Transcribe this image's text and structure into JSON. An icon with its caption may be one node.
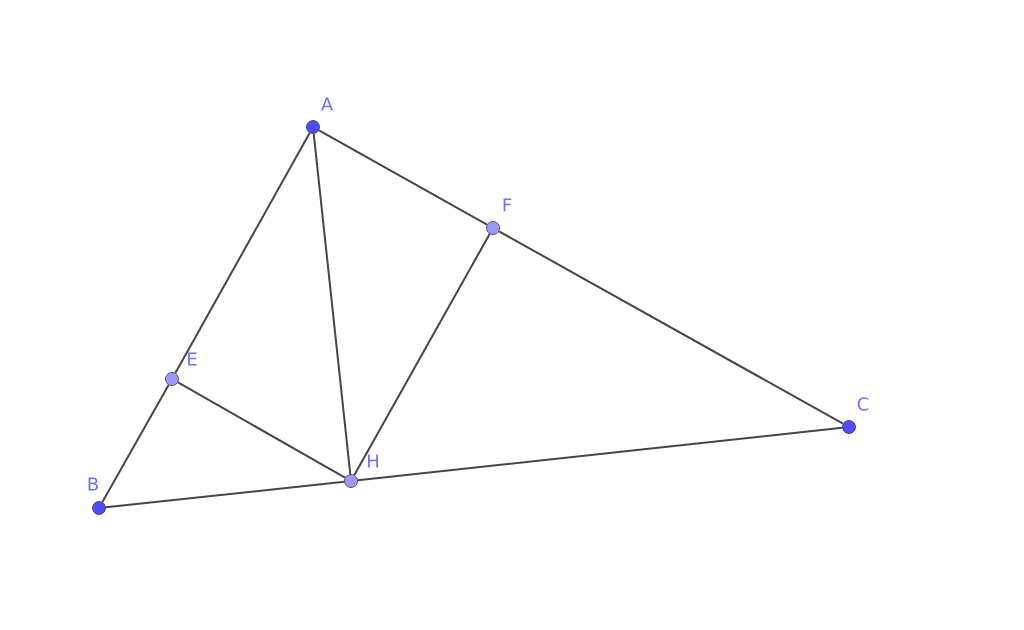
{
  "diagram": {
    "nodes": [
      {
        "text": [
          "A"
        ]
      },
      {
        "text": [
          "B"
        ]
      },
      {
        "text": [
          "C"
        ]
      },
      {
        "text": [
          "E"
        ]
      },
      {
        "text": [
          "F"
        ]
      },
      {
        "text": [
          "H"
        ]
      }
    ],
    "edges": [
      {
        "from": 0,
        "to": 3,
        "arrow": "none"
      },
      {
        "from": 3,
        "to": 1,
        "arrow": "none"
      },
      {
        "from": 0,
        "to": 4,
        "arrow": "none"
      },
      {
        "from": 4,
        "to": 2,
        "arrow": "none"
      },
      {
        "from": 1,
        "to": 5,
        "arrow": "none"
      },
      {
        "from": 5,
        "to": 2,
        "arrow": "none"
      },
      {
        "from": 0,
        "to": 5,
        "arrow": "none"
      },
      {
        "from": 3,
        "to": 5,
        "arrow": "none"
      },
      {
        "from": 4,
        "to": 5,
        "arrow": "none"
      }
    ]
  }
}
